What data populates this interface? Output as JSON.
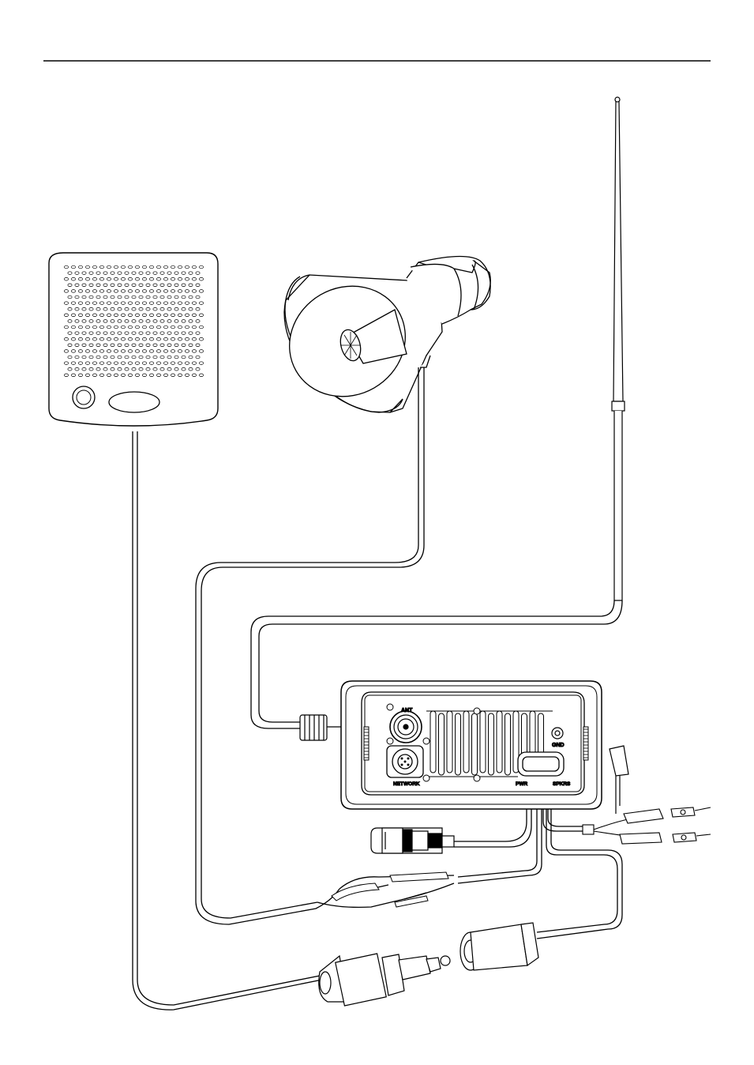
{
  "labels": {
    "ant": "ANT",
    "gnd": "GND",
    "network": "NETWORK",
    "power": "PWR",
    "speakers": "SPKRS"
  },
  "colors": {
    "line": "#000000",
    "background": "#ffffff",
    "port_fill": "#e6e6e6"
  }
}
